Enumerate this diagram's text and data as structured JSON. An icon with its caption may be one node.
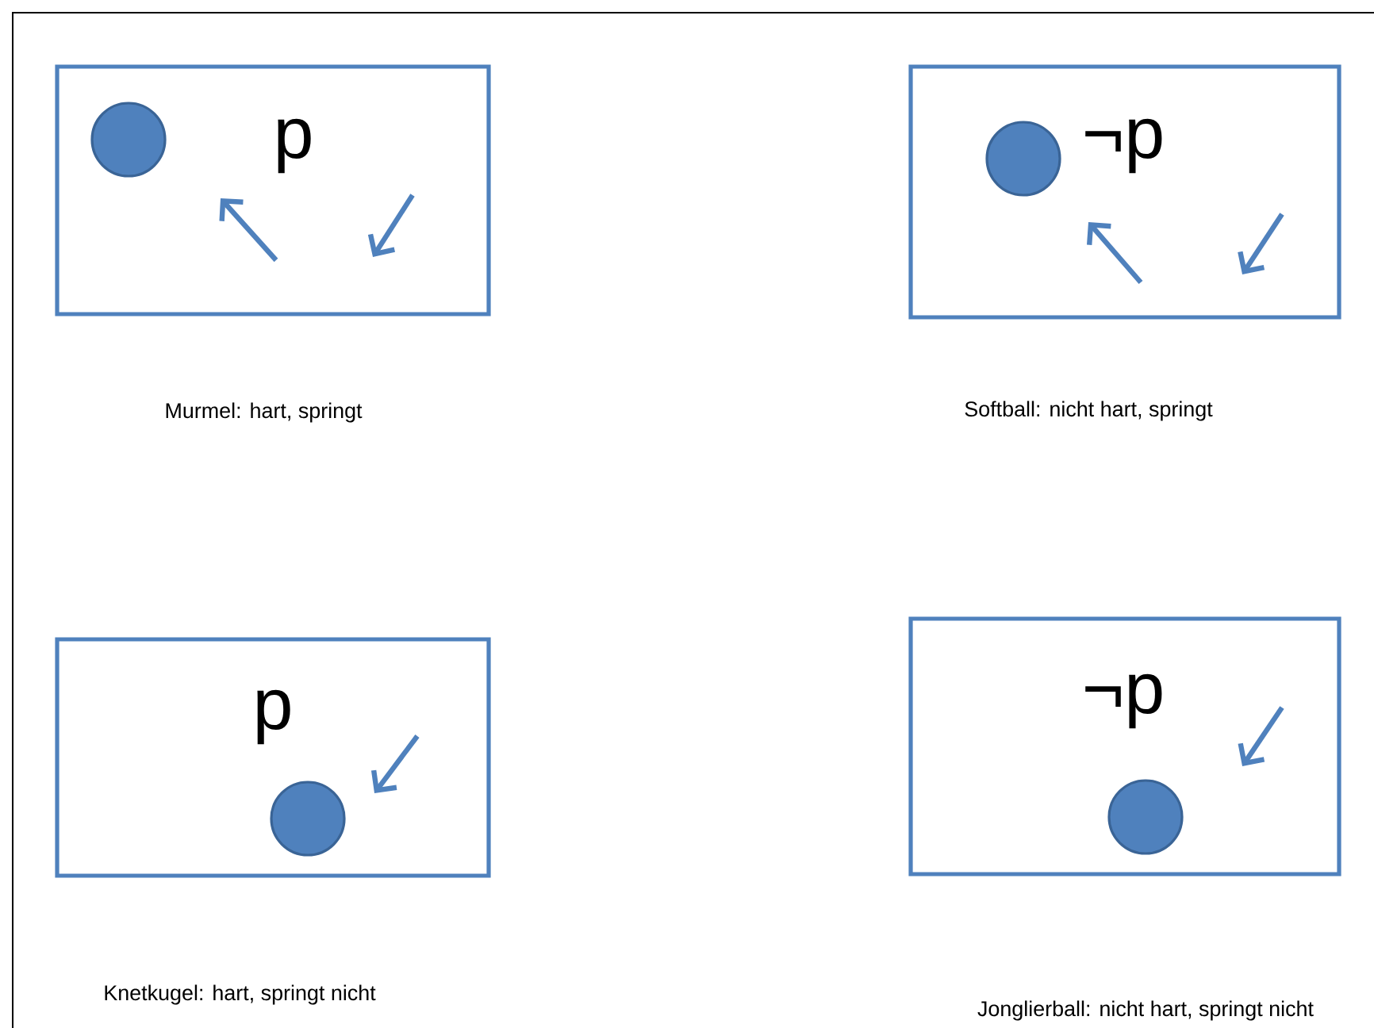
{
  "diagram": {
    "nodes": [
      {
        "text": [
          "p"
        ]
      },
      {
        "text": [],
        "shape": "circle",
        "in": 0
      },
      {
        "text": [
          "¬p"
        ]
      },
      {
        "text": [],
        "shape": "circle",
        "in": 2
      },
      {
        "text": [
          "p"
        ]
      },
      {
        "text": [],
        "shape": "circle",
        "in": 4
      },
      {
        "text": [
          "¬p"
        ]
      },
      {
        "text": [],
        "shape": "circle",
        "in": 6
      }
    ],
    "labels": [
      "Murmel: hart, springt",
      "Softball: nicht hart, springt",
      "Knetkugel: hart, springt nicht",
      "Jonglierball: nicht hart, springt nicht"
    ]
  }
}
